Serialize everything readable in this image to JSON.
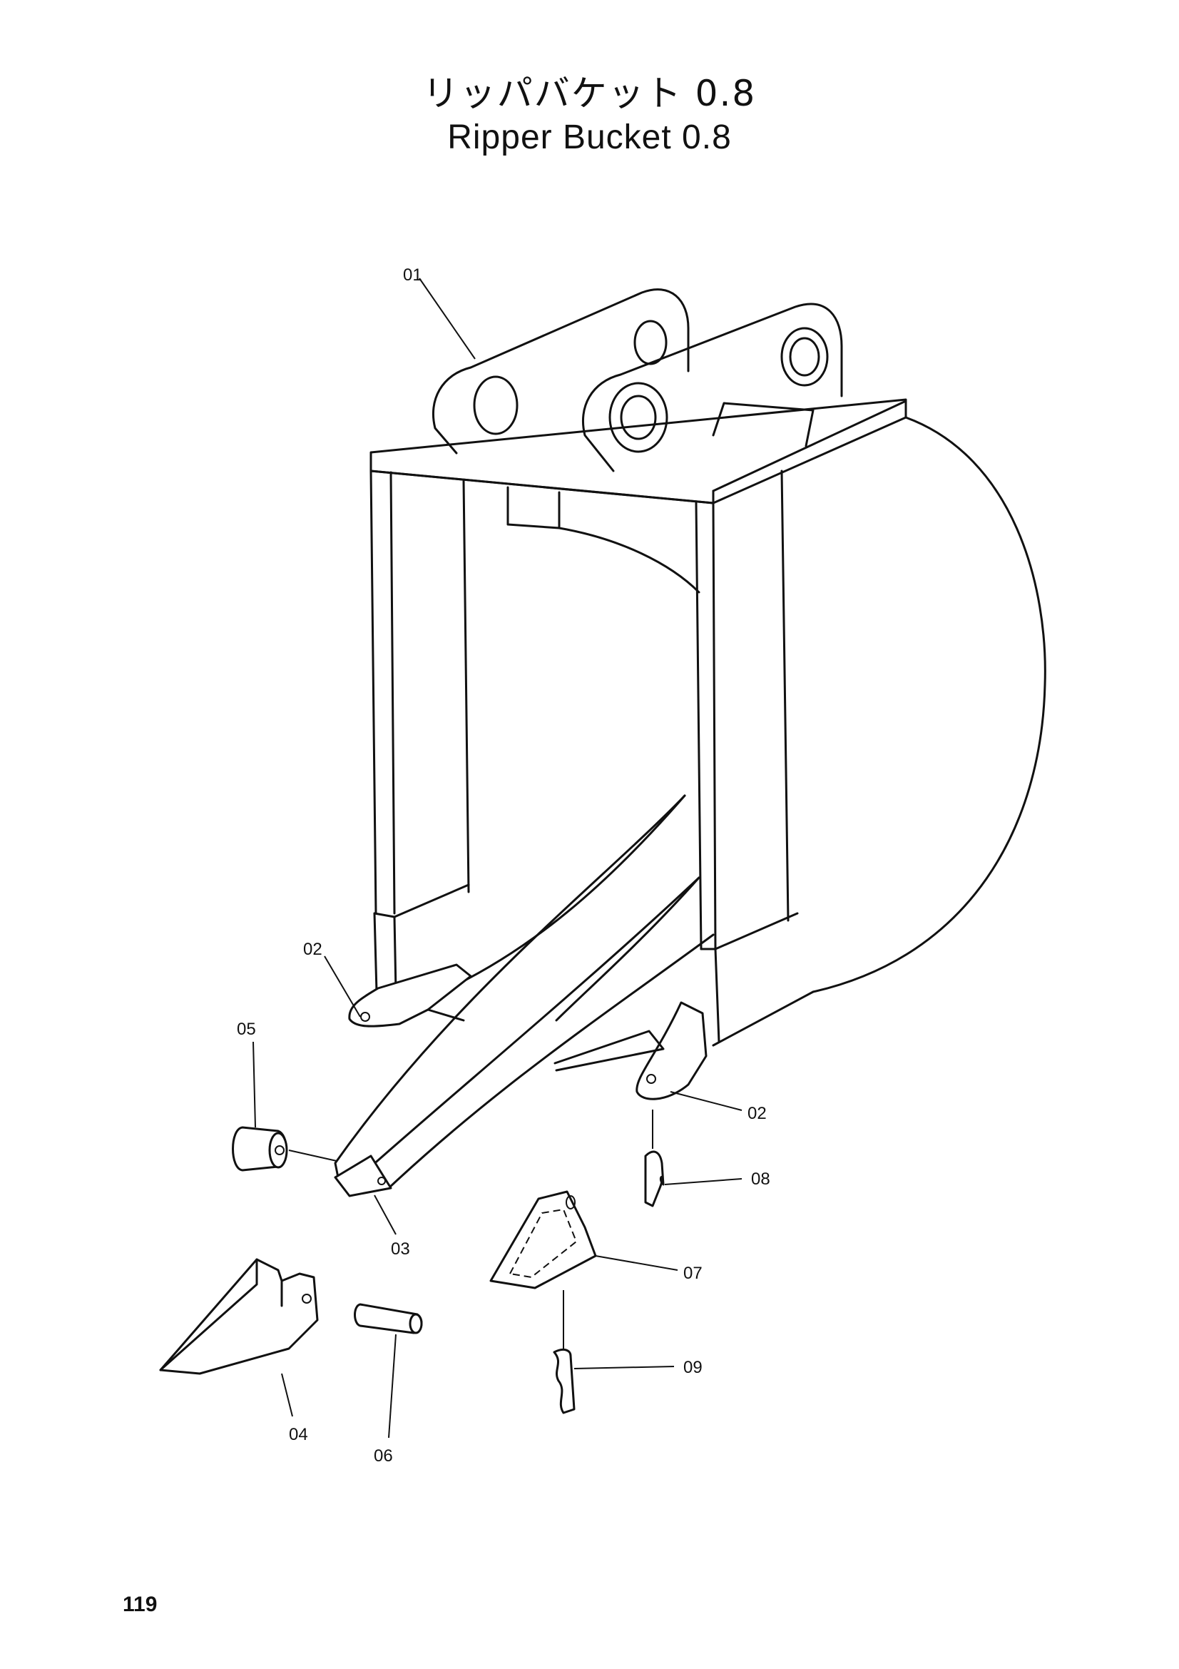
{
  "title_jp": "リッパバケット 0.8",
  "title_en": "Ripper Bucket 0.8",
  "page_number": "119",
  "callouts": {
    "c01": "01",
    "c02a": "02",
    "c02b": "02",
    "c03": "03",
    "c04": "04",
    "c05": "05",
    "c06": "06",
    "c07": "07",
    "c08": "08",
    "c09": "09"
  }
}
